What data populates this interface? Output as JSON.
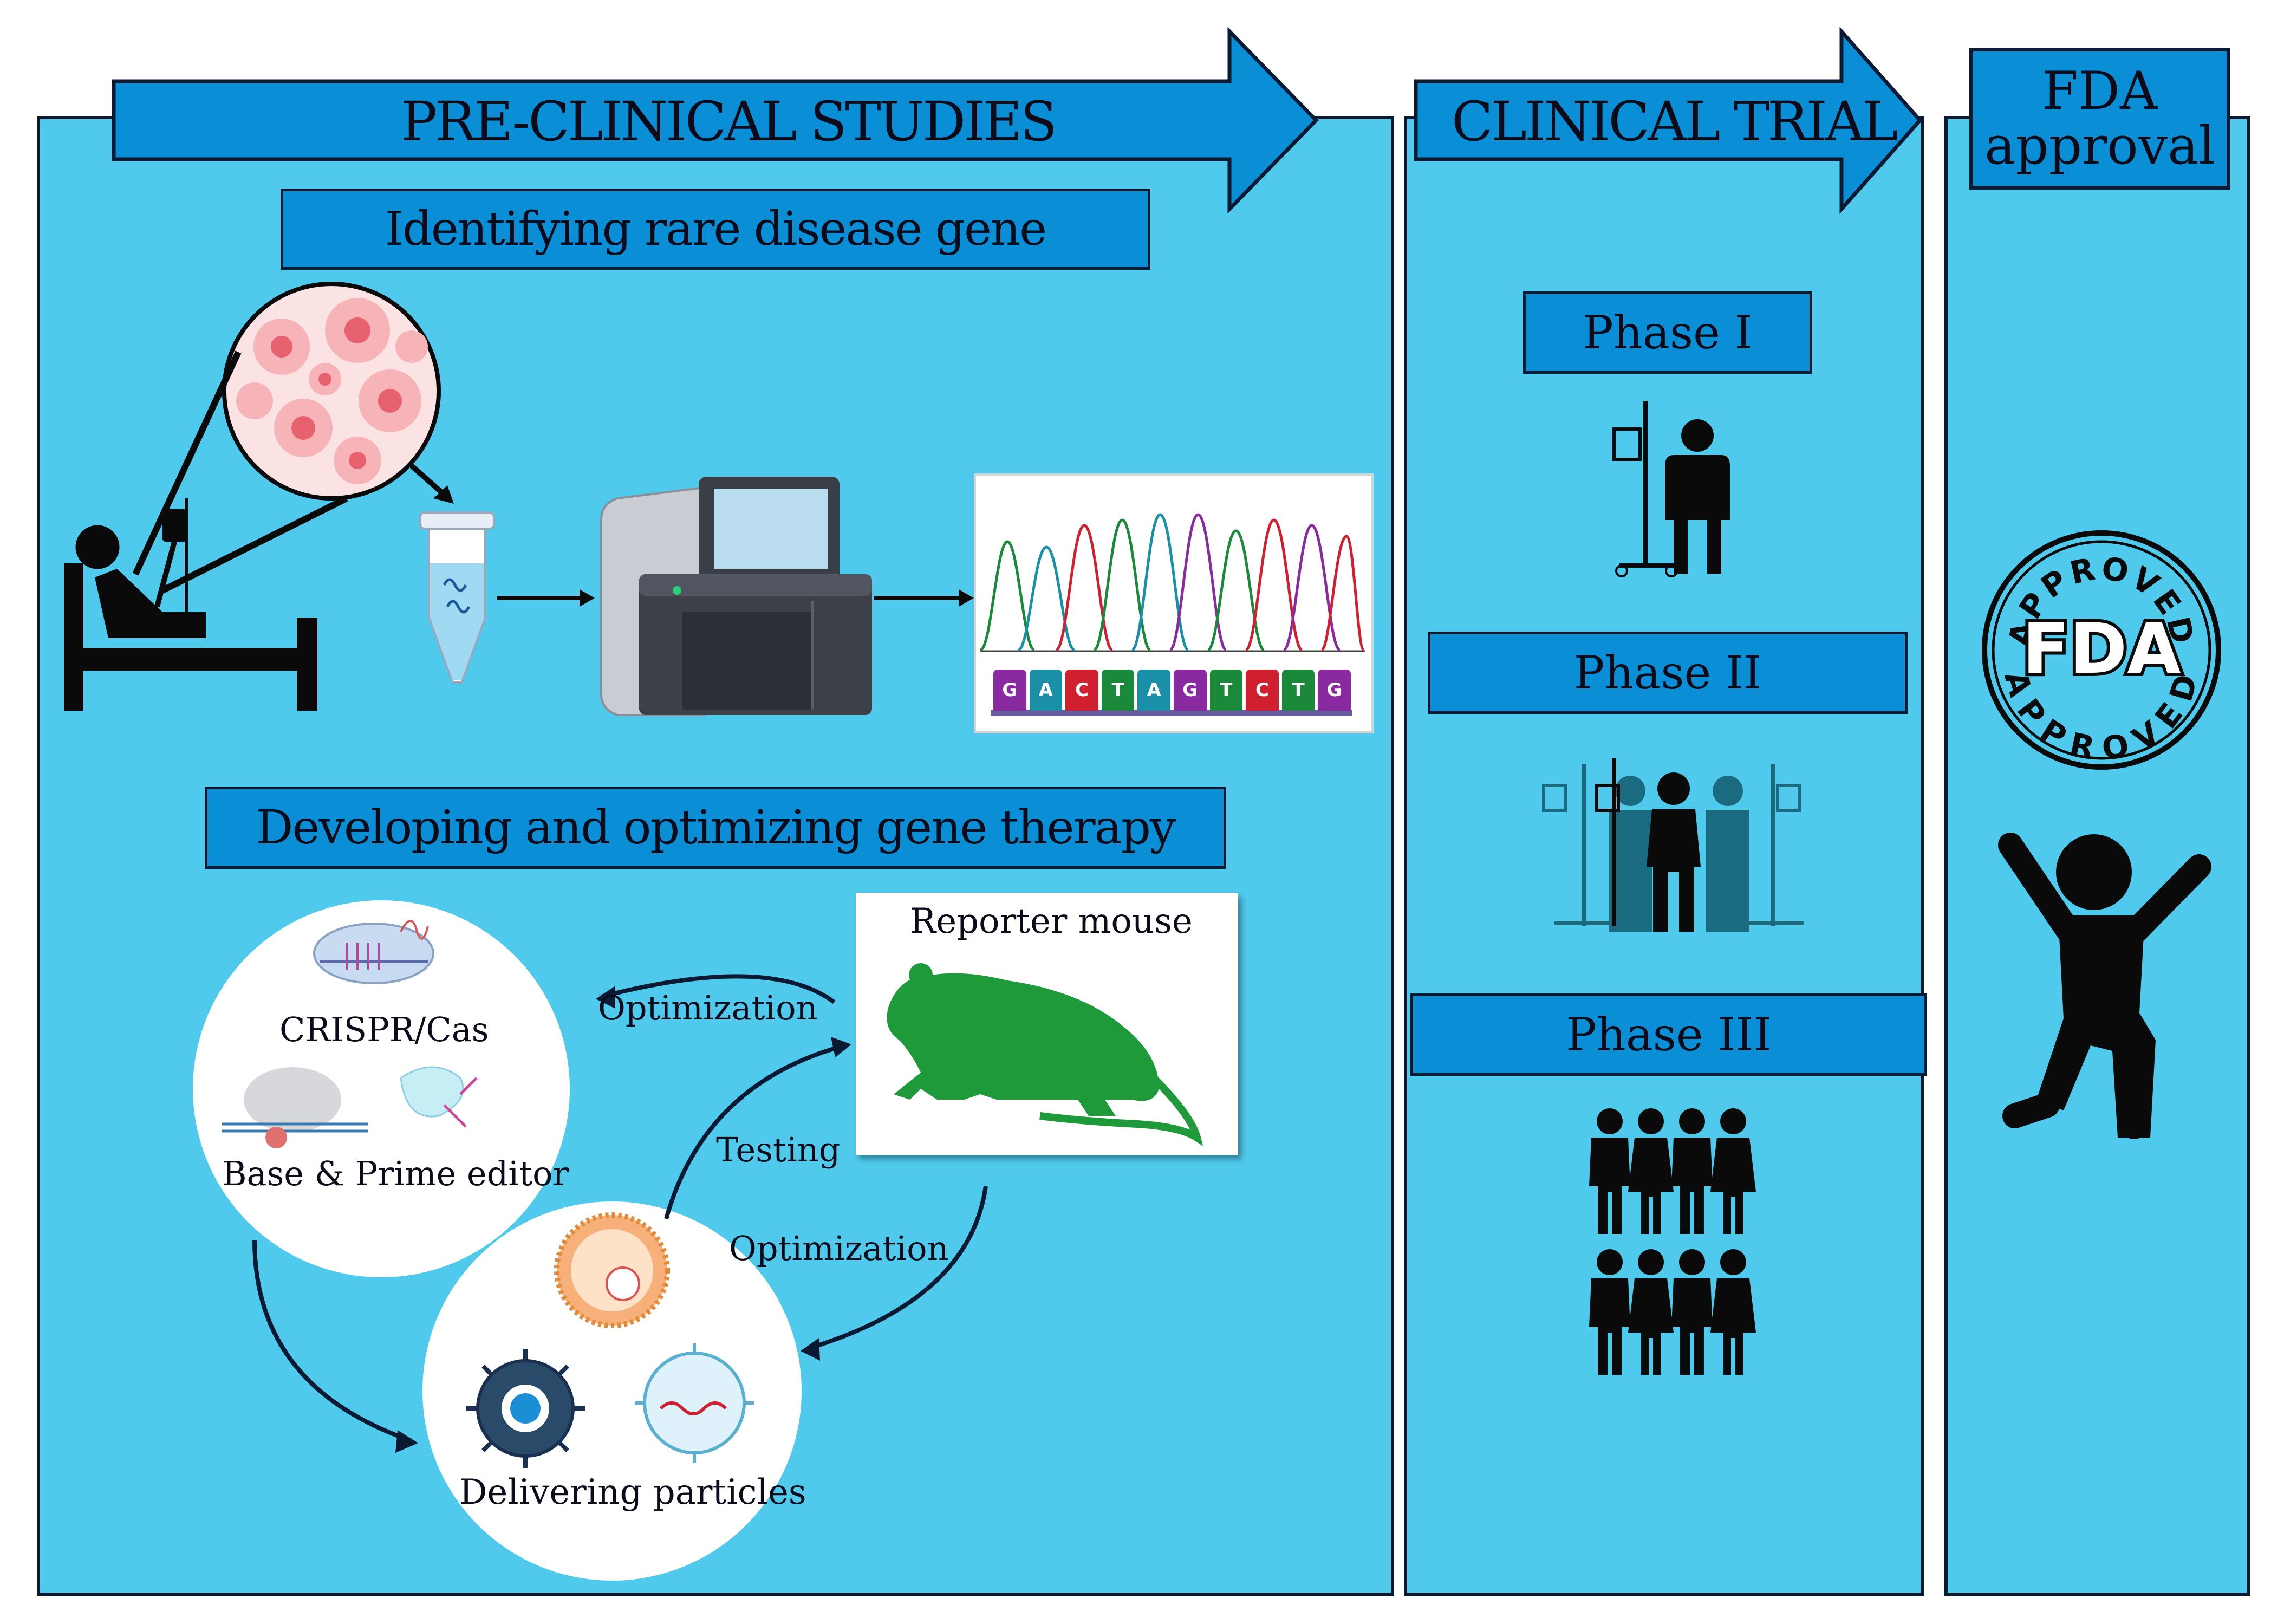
{
  "banners": {
    "preclinical": "PRE-CLINICAL STUDIES",
    "clinical": "CLINICAL TRIAL",
    "fda_line1": "FDA",
    "fda_line2": "approval"
  },
  "preclinical": {
    "identify_title": "Identifying rare disease gene",
    "develop_title": "Developing and optimizing gene therapy",
    "sequence_letters": [
      "G",
      "A",
      "C",
      "T",
      "A",
      "G",
      "T",
      "C",
      "T",
      "G"
    ],
    "editor_circle": {
      "label_crispr": "CRISPR/Cas",
      "label_base_prime": "Base & Prime editor"
    },
    "delivery_circle": {
      "label": "Delivering particles"
    },
    "reporter_card": {
      "title": "Reporter mouse"
    },
    "cycle_labels": {
      "optimization_top": "Optimization",
      "testing": "Testing",
      "optimization_bottom": "Optimization"
    }
  },
  "clinical": {
    "phases": [
      "Phase I",
      "Phase II",
      "Phase III"
    ]
  },
  "fda": {
    "seal_top": "APPROVED",
    "seal_center": "FDA",
    "seal_bottom": "APPROVED"
  },
  "colors": {
    "panel_fill": "#4fc9ec",
    "box_fill": "#0a8fd6",
    "outline": "#0a1a33",
    "mouse_green": "#1e9a3a",
    "trace_green": "#1a8a3a",
    "trace_purple": "#8a2aa0",
    "trace_teal": "#1a8fa8",
    "trace_red": "#d02030"
  }
}
